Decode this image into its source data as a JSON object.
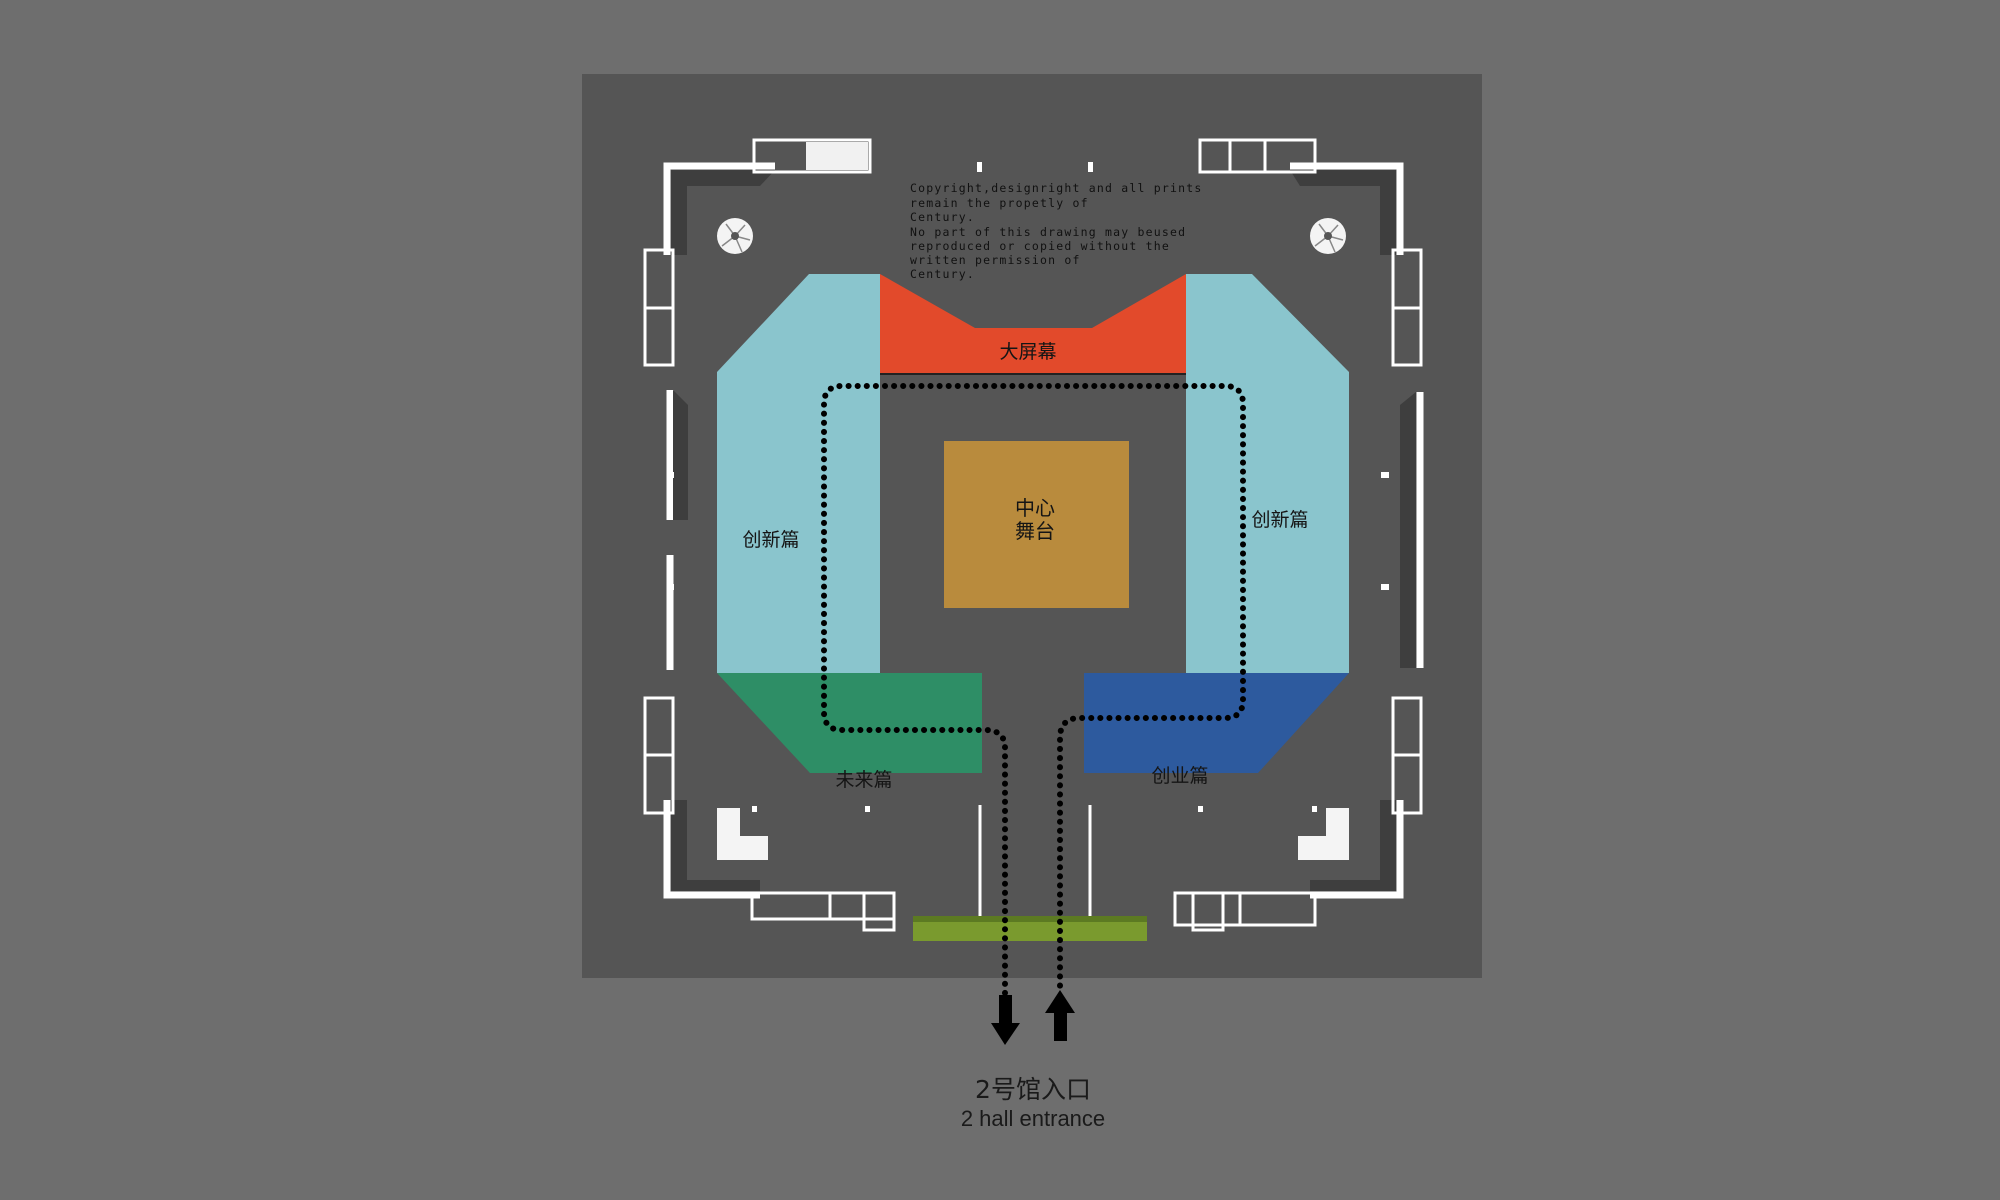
{
  "zones": {
    "big_screen": {
      "label": "大屏幕",
      "color": "#e24a2b"
    },
    "innovation_left": {
      "label": "创新篇",
      "color": "#8ac5cd"
    },
    "innovation_right": {
      "label": "创新篇",
      "color": "#8ac5cd"
    },
    "future": {
      "label": "未来篇",
      "color": "#2e8e66"
    },
    "startup": {
      "label": "创业篇",
      "color": "#2d5a9e"
    }
  },
  "center_stage": {
    "line1": "中心",
    "line2": "舞台",
    "color": "#b98b3d"
  },
  "copyright_lines": [
    "Copyright,designright  and  all prints",
    "remain the  propetly  of",
    "Century.",
    "No part of this drawing may beused",
    "reproduced  or  copied without the",
    "written  permission of",
    "Century."
  ],
  "entrance": {
    "label_cn": "2号馆入口",
    "label_en": "2 hall entrance",
    "mat_color": "#7a9a2e"
  },
  "colors": {
    "page_background": "#6e6e6e",
    "floor": "#555555",
    "wall": "#ffffff",
    "path": "#000000"
  }
}
